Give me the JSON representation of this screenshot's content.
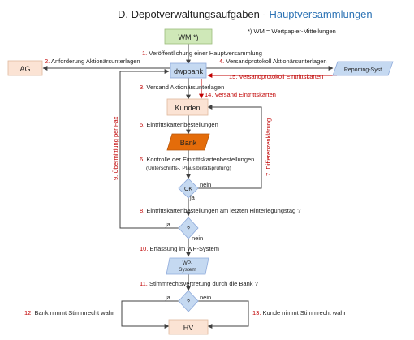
{
  "title": {
    "main": "D. Depotverwaltungsaufgaben - ",
    "highlight": "Hauptversammlungen"
  },
  "footnote": "*) WM = Wertpapier-Mitteilungen",
  "nodes": {
    "wm": "WM *)",
    "ag": "AG",
    "dwpbank": "dwpbank",
    "reporting": "Reporting-Syst",
    "kunden": "Kunden",
    "bank": "Bank",
    "ok": "OK",
    "decision_8": "?",
    "wp_system_line1": "WP-",
    "wp_system_line2": "System",
    "decision_11": "?",
    "hv": "HV"
  },
  "steps": {
    "s1": "1. Veröffentlichung einer Hauptversammlung",
    "s2": "2. Anforderung Aktionärsunterlagen",
    "s3": "3. Versand Aktionärsunterlagen",
    "s4": "4. Versandprotokoll Aktionärsunterlagen",
    "s5": "5. Eintrittskartenbestellungen",
    "s6_line1": "6. Kontrolle der Eintrittskartenbestellungen",
    "s6_line2": "(Unterschrifts-, Plausibilitätsprüfung)",
    "s7": "7. Differenzenklärung",
    "s8": "8. Eintrittskartenbestellungen am letzten Hinterlegungstag ?",
    "s9": "9. Übermittlung per Fax",
    "s10": "10. Erfassung im WP-System",
    "s11": "11. Stimmrechtsvertretung durch die Bank ?",
    "s12": "12. Bank nimmt Stimmrecht wahr",
    "s13": "13. Kunde nimmt Stimmrecht wahr",
    "s14": "14. Versand Eintrittskarten",
    "s15": "15. Versandprotokoll Eintrittskarten"
  },
  "edge_labels": {
    "ok_yes": "ja",
    "ok_no": "nein",
    "d8_yes": "ja",
    "d8_no": "nein",
    "d11_yes": "ja",
    "d11_no": "nein"
  },
  "colors": {
    "title": "#222222",
    "title_highlight": "#2e74b5",
    "step_number": "#c00000",
    "step_red": "#c00000",
    "text": "#222222",
    "line": "#404040",
    "arrow_red": "#c00000",
    "node_green": "#cfe8b8",
    "node_peach": "#fbe3d4",
    "node_blue": "#c5d9f1",
    "node_orange": "#e46c0a"
  }
}
